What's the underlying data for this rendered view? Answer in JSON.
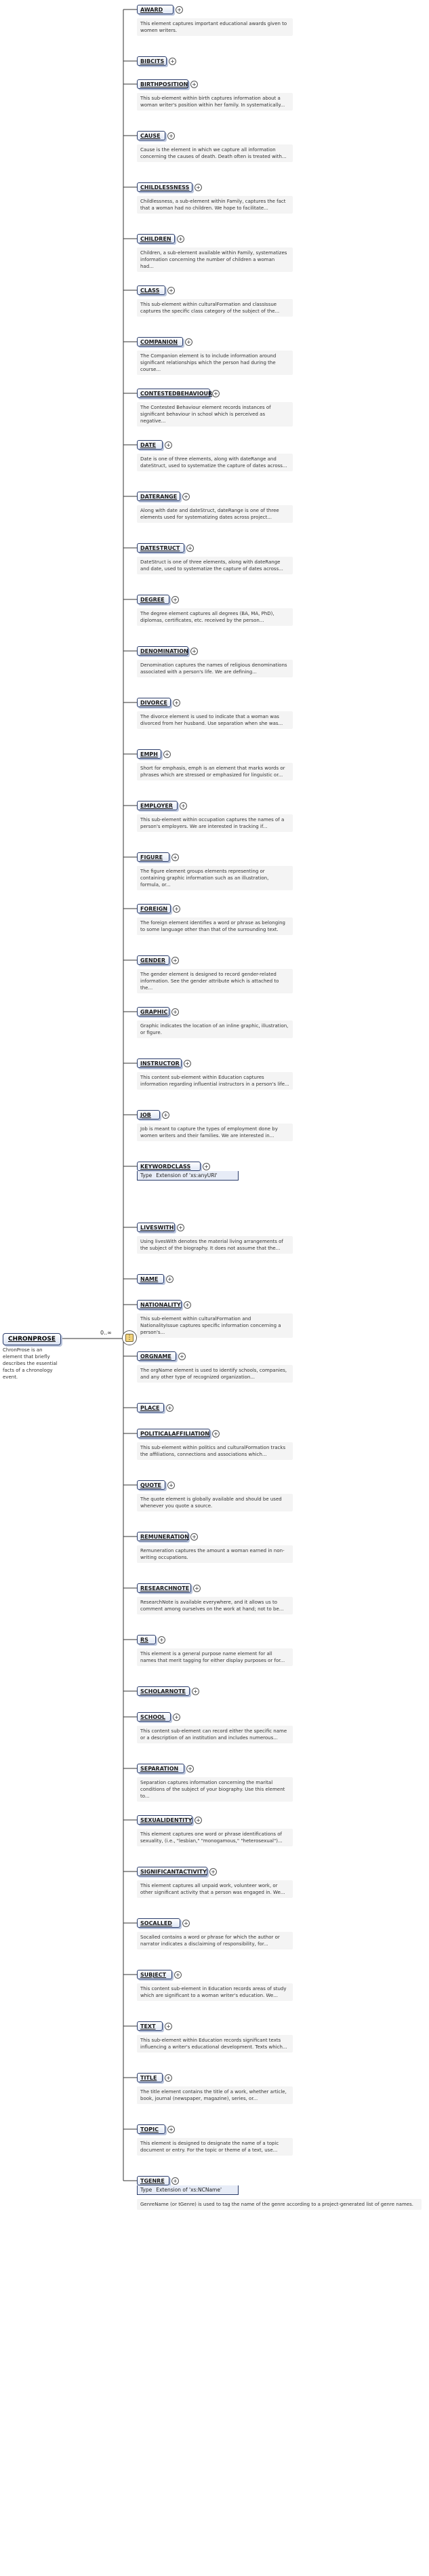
{
  "root": {
    "name": "CHRONPROSE",
    "doc": "ChronProse is an element that briefly describes the essential facts of a chronology event.",
    "cardinality": "0..∞"
  },
  "elements": [
    {
      "name": "AWARD",
      "doc": "This element captures important educational awards given to women writers."
    },
    {
      "name": "BIBCITS",
      "doc": ""
    },
    {
      "name": "BIRTHPOSITION",
      "doc": "This sub-element within birth captures information about a woman writer's position within her family. In systematically..."
    },
    {
      "name": "CAUSE",
      "doc": "Cause is the element in which we capture all information concerning the causes of death. Death often is treated with..."
    },
    {
      "name": "CHILDLESSNESS",
      "doc": "Childlessness, a sub-element within Family, captures the fact that a woman had no children. We hope to facilitate..."
    },
    {
      "name": "CHILDREN",
      "doc": "Children, a sub-element available within Family, systematizes information concerning the number of children a woman had..."
    },
    {
      "name": "CLASS",
      "doc": "This sub-element within culturalFormation and classIssue captures the specific class category of the subject of the..."
    },
    {
      "name": "COMPANION",
      "doc": "The Companion element is to include information around significant relationships which the person had during the course..."
    },
    {
      "name": "CONTESTEDBEHAVIOUR",
      "doc": "The Contested Behaviour element records instances of significant behaviour in school which is perceived as negative..."
    },
    {
      "name": "DATE",
      "doc": "Date is one of three elements, along with dateRange and dateStruct, used to systematize the capture of dates across..."
    },
    {
      "name": "DATERANGE",
      "doc": "Along with date and dateStruct, dateRange is one of three elements used for systematizing dates across project..."
    },
    {
      "name": "DATESTRUCT",
      "doc": "DateStruct is one of three elements, along with dateRange and date, used to systematize the capture of dates across..."
    },
    {
      "name": "DEGREE",
      "doc": "The degree element captures all degrees (BA, MA, PhD), diplomas, certificates, etc. received by the person..."
    },
    {
      "name": "DENOMINATION",
      "doc": "Denomination captures the names of religious denominations associated with a person's life. We are defining..."
    },
    {
      "name": "DIVORCE",
      "doc": "The divorce element is used to indicate that a woman was divorced from her husband. Use separation when she was..."
    },
    {
      "name": "EMPH",
      "doc": "Short for emphasis, emph is an element that marks words or phrases which are stressed or emphasized for linguistic or..."
    },
    {
      "name": "EMPLOYER",
      "doc": "This sub-element within occupation captures the names of a person's employers. We are interested in tracking if..."
    },
    {
      "name": "FIGURE",
      "doc": "The figure element groups elements representing or containing graphic information such as an illustration, formula, or..."
    },
    {
      "name": "FOREIGN",
      "doc": "The foreign element identifies a word or phrase as belonging to some language other than that of the surrounding text."
    },
    {
      "name": "GENDER",
      "doc": "The gender element is designed to record gender-related information. See the gender attribute which is attached to the..."
    },
    {
      "name": "GRAPHIC",
      "doc": "Graphic indicates the location of an inline graphic, illustration, or figure."
    },
    {
      "name": "INSTRUCTOR",
      "doc": "This content sub-element within Education captures information regarding influential instructors in a person's life..."
    },
    {
      "name": "JOB",
      "doc": "Job is meant to capture the types of employment done by women writers and their families. We are interested in..."
    },
    {
      "name": "KEYWORDCLASS",
      "type": "Extension of 'xs:anyURI'",
      "doc": ""
    },
    {
      "name": "LIVESWITH",
      "doc": "Using livesWith denotes the material living arrangements of the subject of the biography. It does not assume that the..."
    },
    {
      "name": "NAME",
      "doc": ""
    },
    {
      "name": "NATIONALITY",
      "doc": "This sub-element within culturalFormation and NationalityIssue captures specific information concerning a person's..."
    },
    {
      "name": "ORGNAME",
      "doc": "The orgName element is used to identify schools, companies, and any other type of recognized organization..."
    },
    {
      "name": "PLACE",
      "doc": ""
    },
    {
      "name": "POLITICALAFFILIATION",
      "doc": "This sub-element within politics and culturalFormation tracks the affiliations, connections and associations which..."
    },
    {
      "name": "QUOTE",
      "doc": "The quote element is globally available and should be used whenever you quote a source."
    },
    {
      "name": "REMUNERATION",
      "doc": "Remuneration captures the amount a woman earned in non-writing occupations."
    },
    {
      "name": "RESEARCHNOTE",
      "doc": "ResearchNote is available everywhere, and it allows us to comment among ourselves on the work at hand; not to be..."
    },
    {
      "name": "RS",
      "doc": "This element is a general purpose name element for all names that merit tagging for either display purposes or for..."
    },
    {
      "name": "SCHOLARNOTE",
      "doc": ""
    },
    {
      "name": "SCHOOL",
      "doc": "This content sub-element can record either the specific name or a description of an institution and includes numerous..."
    },
    {
      "name": "SEPARATION",
      "doc": "Separation captures information concerning the marital conditions of the subject of your biography. Use this element to..."
    },
    {
      "name": "SEXUALIDENTITY",
      "doc": "This element captures one word or phrase identifications of sexuality, (i.e., \"lesbian,\" \"monogamous,\" \"heterosexual\")..."
    },
    {
      "name": "SIGNIFICANTACTIVITY",
      "doc": "This element captures all unpaid work, volunteer work, or other significant activity that a person was engaged in. We..."
    },
    {
      "name": "SOCALLED",
      "doc": "Socalled contains a word or phrase for which the author or narrator indicates a disclaiming of responsibility, for..."
    },
    {
      "name": "SUBJECT",
      "doc": "This content sub-element in Education records areas of study which are significant to a woman writer's education. We..."
    },
    {
      "name": "TEXT",
      "doc": "This sub-element within Education records significant texts influencing a writer's educational development. Texts which..."
    },
    {
      "name": "TITLE",
      "doc": "The title element contains the title of a work, whether article, book, journal (newspaper, magazine), series, or..."
    },
    {
      "name": "TOPIC",
      "doc": "This element is designed to designate the name of a topic document or entry. For the topic or theme of a text, use..."
    },
    {
      "name": "TGENRE",
      "type": "Extension of 'xs:NCName'",
      "doc": "GenreName (or tGenre) is used to tag the name of the genre according to a project-generated list of genre names."
    }
  ],
  "icons": {
    "expand": "plus-expand-icon",
    "choice": "choice-compositor-icon"
  }
}
